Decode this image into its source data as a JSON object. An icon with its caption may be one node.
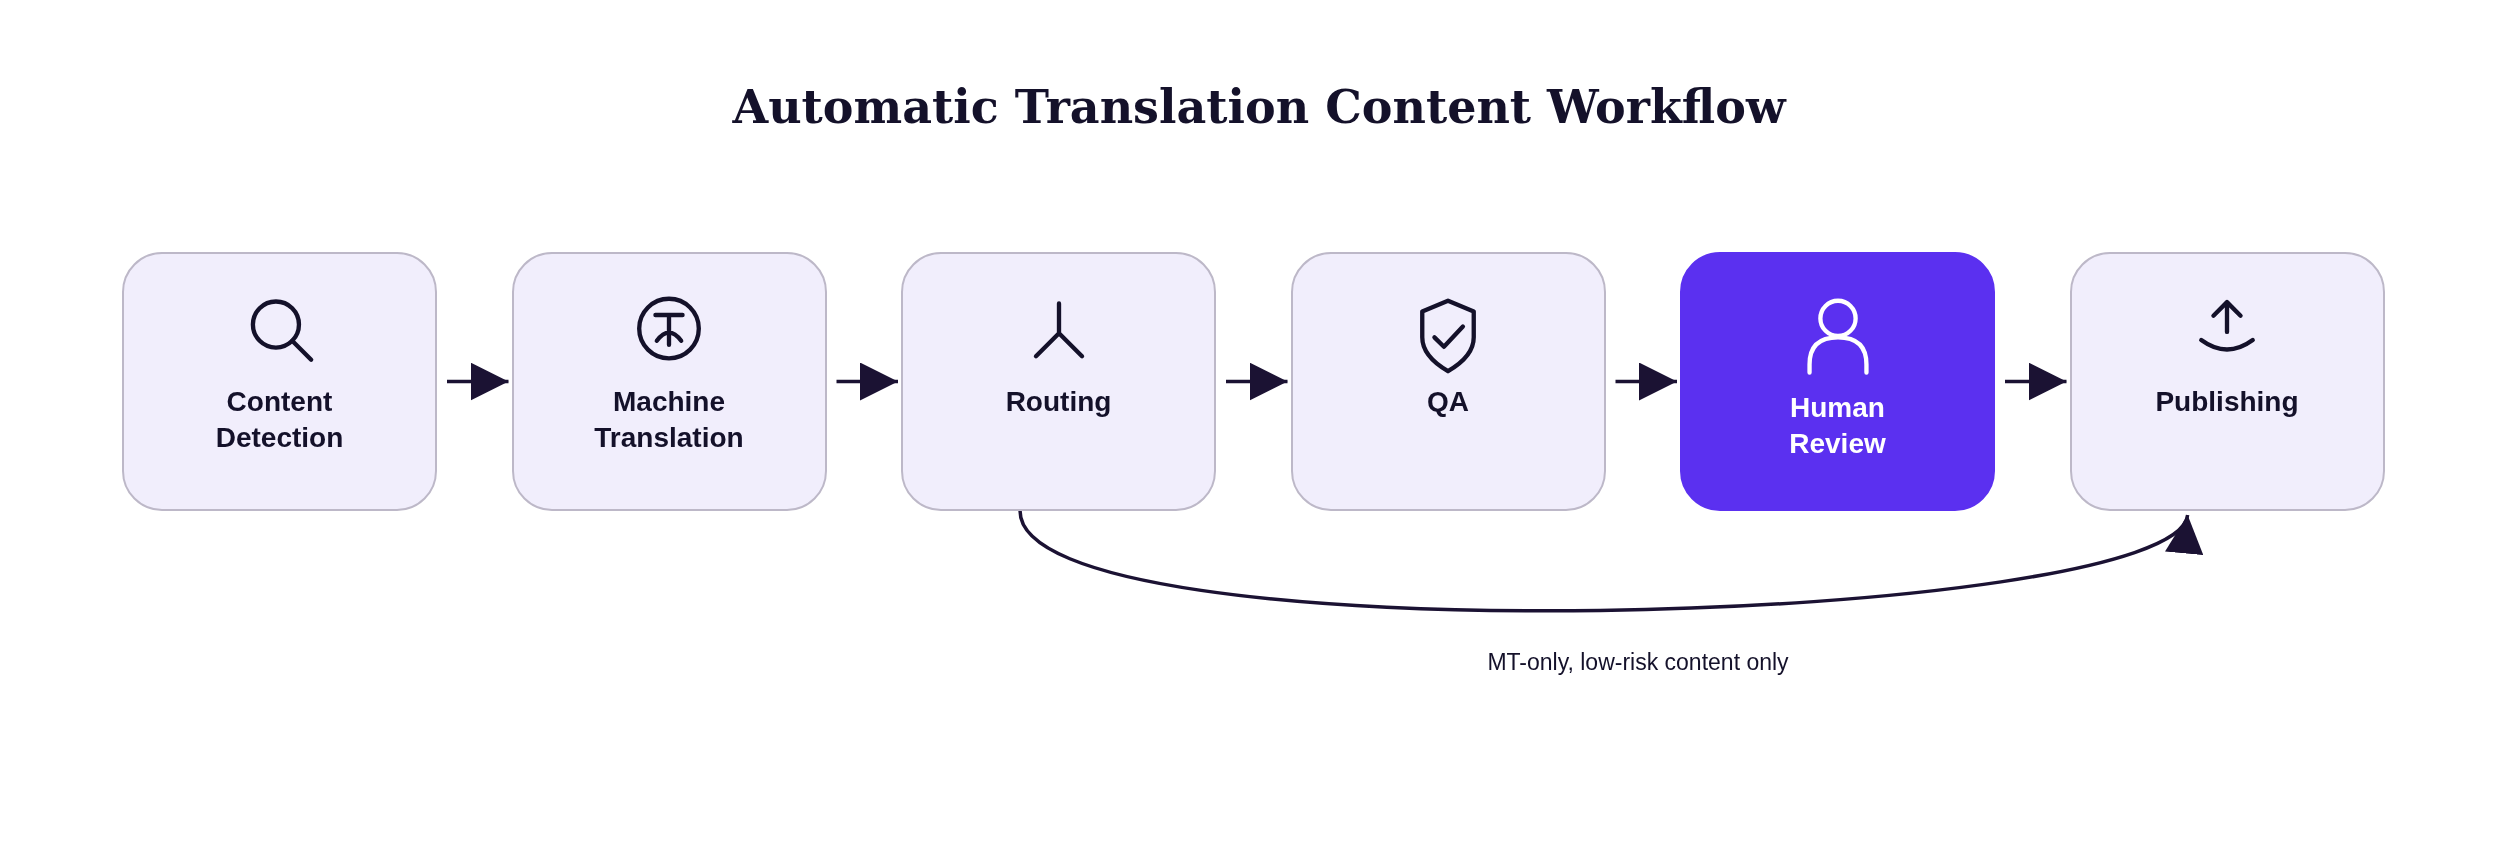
{
  "diagram": {
    "title": "Automatic Translation Content Workflow",
    "nodes": [
      {
        "text": [
          "Content Detection"
        ]
      },
      {
        "text": [
          "Machine Translation"
        ]
      },
      {
        "text": [
          "Routing"
        ]
      },
      {
        "text": [
          "QA"
        ]
      },
      {
        "text": [
          "Human Review"
        ]
      },
      {
        "text": [
          "Publishing"
        ]
      }
    ],
    "edges": [
      {
        "from": 0,
        "to": 1,
        "arrow": "to"
      },
      {
        "from": 1,
        "to": 2,
        "arrow": "to"
      },
      {
        "from": 2,
        "to": 3,
        "arrow": "to"
      },
      {
        "from": 3,
        "to": 4,
        "arrow": "to"
      },
      {
        "from": 4,
        "to": 5,
        "arrow": "to"
      },
      {
        "from": 2,
        "to": 5,
        "arrow": "to",
        "label": "MT-only, low-risk content only"
      }
    ]
  }
}
